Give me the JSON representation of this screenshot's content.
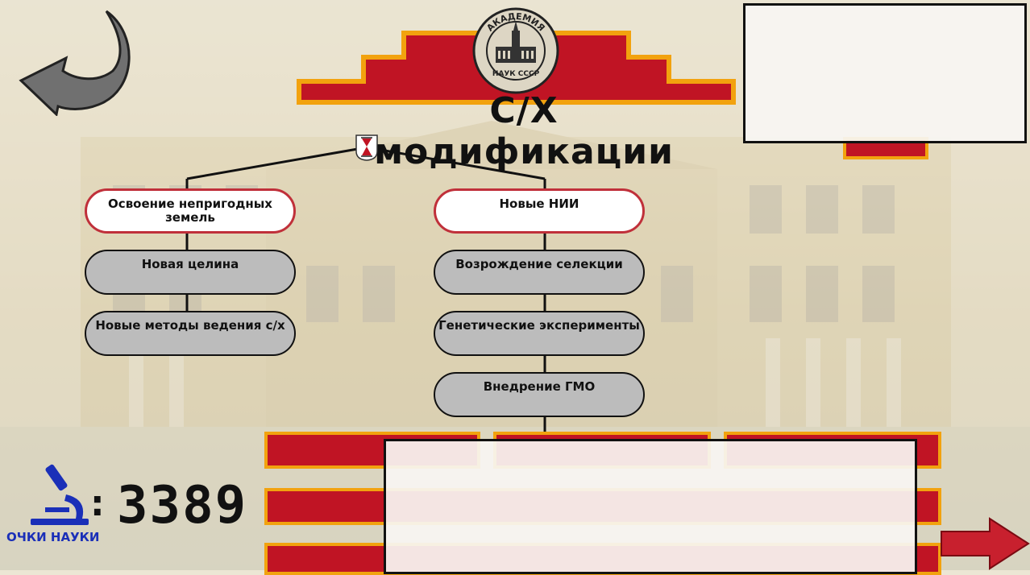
{
  "title": "С/Х модификации",
  "emblem": {
    "top_text": "АКАДЕМИЯ",
    "bottom_text": "НАУК СССР",
    "icon": "academy-building-emblem"
  },
  "tree": {
    "root_icon": "hourglass-icon",
    "branches": [
      {
        "head": "Освоение непригодных земель",
        "children": [
          "Новая целина",
          "Новые методы ведения с/х"
        ]
      },
      {
        "head": "Новые НИИ",
        "children": [
          "Возрождение селекции",
          "Генетические эксперименты",
          "Внедрение ГМО"
        ]
      }
    ]
  },
  "score": {
    "value": "3389",
    "label": "ОЧКИ НАУКИ",
    "icon": "microscope-icon"
  },
  "nav": {
    "back_icon": "back-arrow-icon",
    "next_icon": "next-arrow-icon"
  },
  "colors": {
    "accent_red": "#c01424",
    "accent_gold": "#f2a20e",
    "node_gray": "#bcbcbc",
    "score_blue": "#1a2fb8"
  }
}
